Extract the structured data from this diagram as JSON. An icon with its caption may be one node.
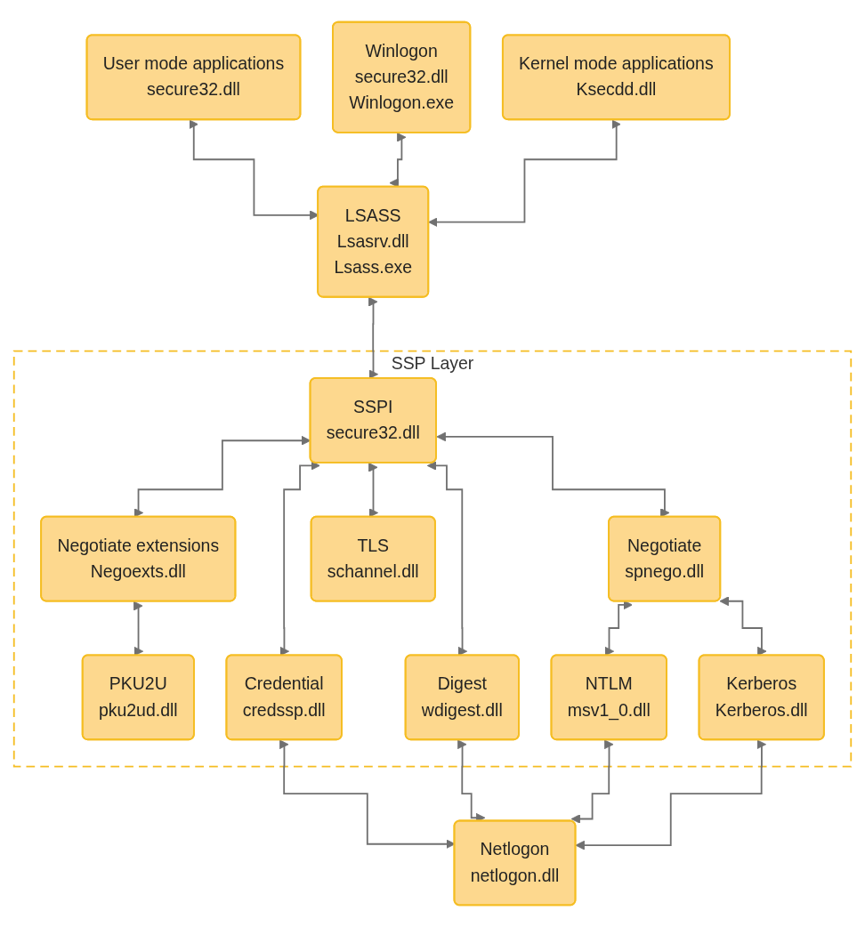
{
  "diagram": {
    "nodes": [
      {
        "text": [
          "User mode applications",
          "secure32.dll"
        ]
      },
      {
        "text": [
          "Winlogon",
          "secure32.dll",
          "Winlogon.exe"
        ]
      },
      {
        "text": [
          "Kernel mode applications",
          "Ksecdd.dll"
        ]
      },
      {
        "text": [
          "LSASS",
          "Lsasrv.dll",
          "Lsass.exe"
        ]
      },
      {
        "text": [
          "SSP Layer"
        ]
      },
      {
        "text": [
          "SSPI",
          "secure32.dll"
        ],
        "in": 4
      },
      {
        "text": [
          "Negotiate extensions",
          "Negoexts.dll"
        ],
        "in": 4
      },
      {
        "text": [
          "Negotiate",
          "spnego.dll"
        ],
        "in": 4
      },
      {
        "text": [
          "PKU2U",
          "pku2ud.dll"
        ],
        "in": 4
      },
      {
        "text": [
          "Credential",
          "credssp.dll"
        ],
        "in": 4
      },
      {
        "text": [
          "Digest",
          "wdigest.dll"
        ],
        "in": 4
      },
      {
        "text": [
          "TLS",
          "schannel.dll"
        ],
        "in": 4
      },
      {
        "text": [
          "NTLM",
          "msv1_0.dll"
        ],
        "in": 4
      },
      {
        "text": [
          "Kerberos",
          "Kerberos.dll"
        ],
        "in": 4
      },
      {
        "text": [
          "Netlogon",
          "netlogon.dll"
        ]
      }
    ],
    "edges": [
      {
        "from": 0,
        "to": 3,
        "arrow": "both"
      },
      {
        "from": 1,
        "to": 3,
        "arrow": "both"
      },
      {
        "from": 2,
        "to": 3,
        "arrow": "both"
      },
      {
        "from": 3,
        "to": 5,
        "arrow": "both"
      },
      {
        "from": 5,
        "to": 6,
        "arrow": "both"
      },
      {
        "from": 5,
        "to": 7,
        "arrow": "both"
      },
      {
        "from": 5,
        "to": 9,
        "arrow": "both"
      },
      {
        "from": 5,
        "to": 10,
        "arrow": "both"
      },
      {
        "from": 5,
        "to": 11,
        "arrow": "both"
      },
      {
        "from": 6,
        "to": 8,
        "arrow": "both"
      },
      {
        "from": 7,
        "to": 12,
        "arrow": "both"
      },
      {
        "from": 7,
        "to": 13,
        "arrow": "both"
      },
      {
        "from": 9,
        "to": 14,
        "arrow": "both"
      },
      {
        "from": 10,
        "to": 14,
        "arrow": "both"
      },
      {
        "from": 12,
        "to": 14,
        "arrow": "both"
      },
      {
        "from": 13,
        "to": 14,
        "arrow": "both"
      }
    ]
  }
}
